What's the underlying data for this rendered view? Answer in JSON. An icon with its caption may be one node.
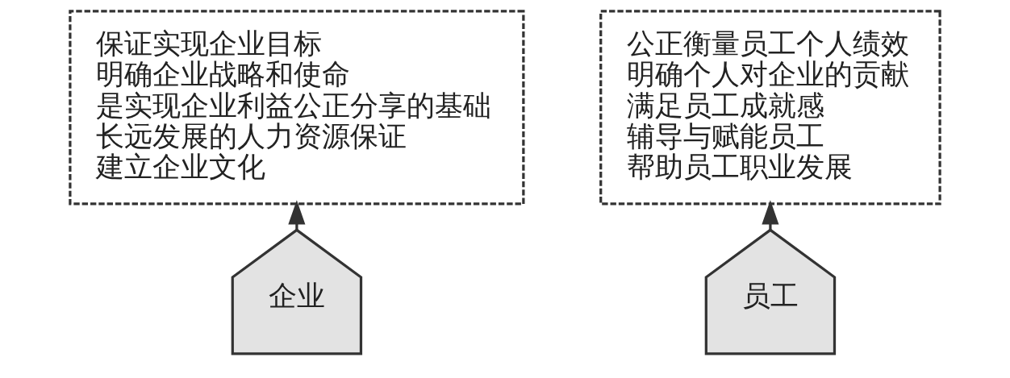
{
  "diagram": {
    "nodes": [
      {
        "text": [
          "保证实现企业目标",
          "明确企业战略和使命",
          "是实现企业利益公正分享的基础",
          "长远发展的人力资源保证",
          "建立企业文化"
        ]
      },
      {
        "text": [
          "公正衡量员工个人绩效",
          "明确个人对企业的贡献",
          "满足员工成就感",
          "辅导与赋能员工",
          "帮助员工职业发展"
        ]
      },
      {
        "text": [
          "企业"
        ]
      },
      {
        "text": [
          "员工"
        ]
      }
    ],
    "edges": [
      {
        "from": 2,
        "to": 0,
        "arrow": "to"
      },
      {
        "from": 3,
        "to": 1,
        "arrow": "to"
      }
    ]
  }
}
